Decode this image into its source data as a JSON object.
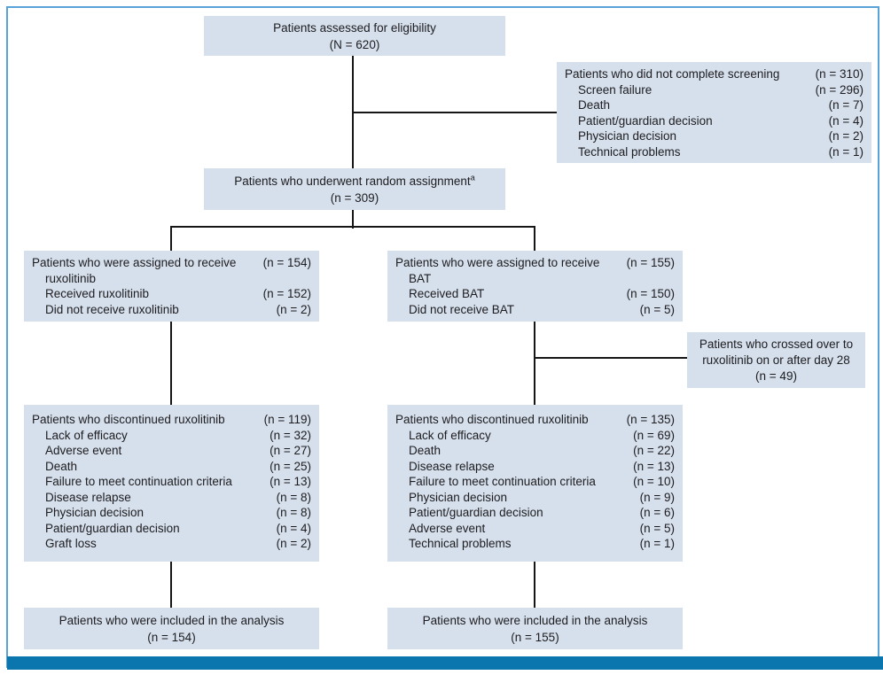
{
  "figure": {
    "type": "consort-flow-diagram",
    "colors": {
      "box_fill": "#d6dfec",
      "outer_border": "#57a3d7",
      "bottom_bar": "#0b76ad",
      "connector": "#161616",
      "text": "#1d1d1f"
    }
  },
  "boxes": {
    "eligibility": {
      "line1": "Patients assessed for eligibility",
      "line2": "(N = 620)"
    },
    "screening": {
      "header": {
        "label": "Patients who did not complete screening",
        "value": "(n = 310)"
      },
      "items": [
        {
          "label": "Screen failure",
          "value": "(n = 296)"
        },
        {
          "label": "Death",
          "value": "(n = 7)"
        },
        {
          "label": "Patient/guardian decision",
          "value": "(n = 4)"
        },
        {
          "label": "Physician decision",
          "value": "(n = 2)"
        },
        {
          "label": "Technical problems",
          "value": "(n = 1)"
        }
      ]
    },
    "randomized": {
      "line1": "Patients who underwent random assignment",
      "footnote_marker": "a",
      "line2": "(n = 309)"
    },
    "assign_rux": {
      "header": {
        "label": "Patients who were assigned to receive",
        "value": "(n = 154)"
      },
      "continuation": "ruxolitinib",
      "items": [
        {
          "label": "Received ruxolitinib",
          "value": "(n = 152)"
        },
        {
          "label": "Did not receive ruxolitinib",
          "value": "(n = 2)"
        }
      ]
    },
    "assign_bat": {
      "header": {
        "label": "Patients who were assigned to receive",
        "value": "(n = 155)"
      },
      "continuation": "BAT",
      "items": [
        {
          "label": "Received BAT",
          "value": "(n = 150)"
        },
        {
          "label": "Did not receive BAT",
          "value": "(n = 5)"
        }
      ]
    },
    "crossover": {
      "line1": "Patients who crossed over to",
      "line2": "ruxolitinib on or after day 28",
      "line3": "(n = 49)"
    },
    "disc_rux": {
      "header": {
        "label": "Patients who discontinued ruxolitinib",
        "value": "(n = 119)"
      },
      "items": [
        {
          "label": "Lack of efficacy",
          "value": "(n = 32)"
        },
        {
          "label": "Adverse event",
          "value": "(n = 27)"
        },
        {
          "label": "Death",
          "value": "(n = 25)"
        },
        {
          "label": "Failure to meet continuation criteria",
          "value": "(n = 13)"
        },
        {
          "label": "Disease relapse",
          "value": "(n = 8)"
        },
        {
          "label": "Physician decision",
          "value": "(n = 8)"
        },
        {
          "label": "Patient/guardian decision",
          "value": "(n = 4)"
        },
        {
          "label": "Graft loss",
          "value": "(n = 2)"
        }
      ]
    },
    "disc_bat": {
      "header": {
        "label": "Patients who discontinued ruxolitinib",
        "value": "(n = 135)"
      },
      "items": [
        {
          "label": "Lack of efficacy",
          "value": "(n = 69)"
        },
        {
          "label": "Death",
          "value": "(n = 22)"
        },
        {
          "label": "Disease relapse",
          "value": "(n = 13)"
        },
        {
          "label": "Failure to meet continuation criteria",
          "value": "(n = 10)"
        },
        {
          "label": "Physician decision",
          "value": "(n = 9)"
        },
        {
          "label": "Patient/guardian decision",
          "value": "(n = 6)"
        },
        {
          "label": "Adverse event",
          "value": "(n = 5)"
        },
        {
          "label": "Technical problems",
          "value": "(n = 1)"
        }
      ]
    },
    "analysis_rux": {
      "line1": "Patients who were included in the analysis",
      "line2": "(n = 154)"
    },
    "analysis_bat": {
      "line1": "Patients who were included in the analysis",
      "line2": "(n = 155)"
    }
  }
}
